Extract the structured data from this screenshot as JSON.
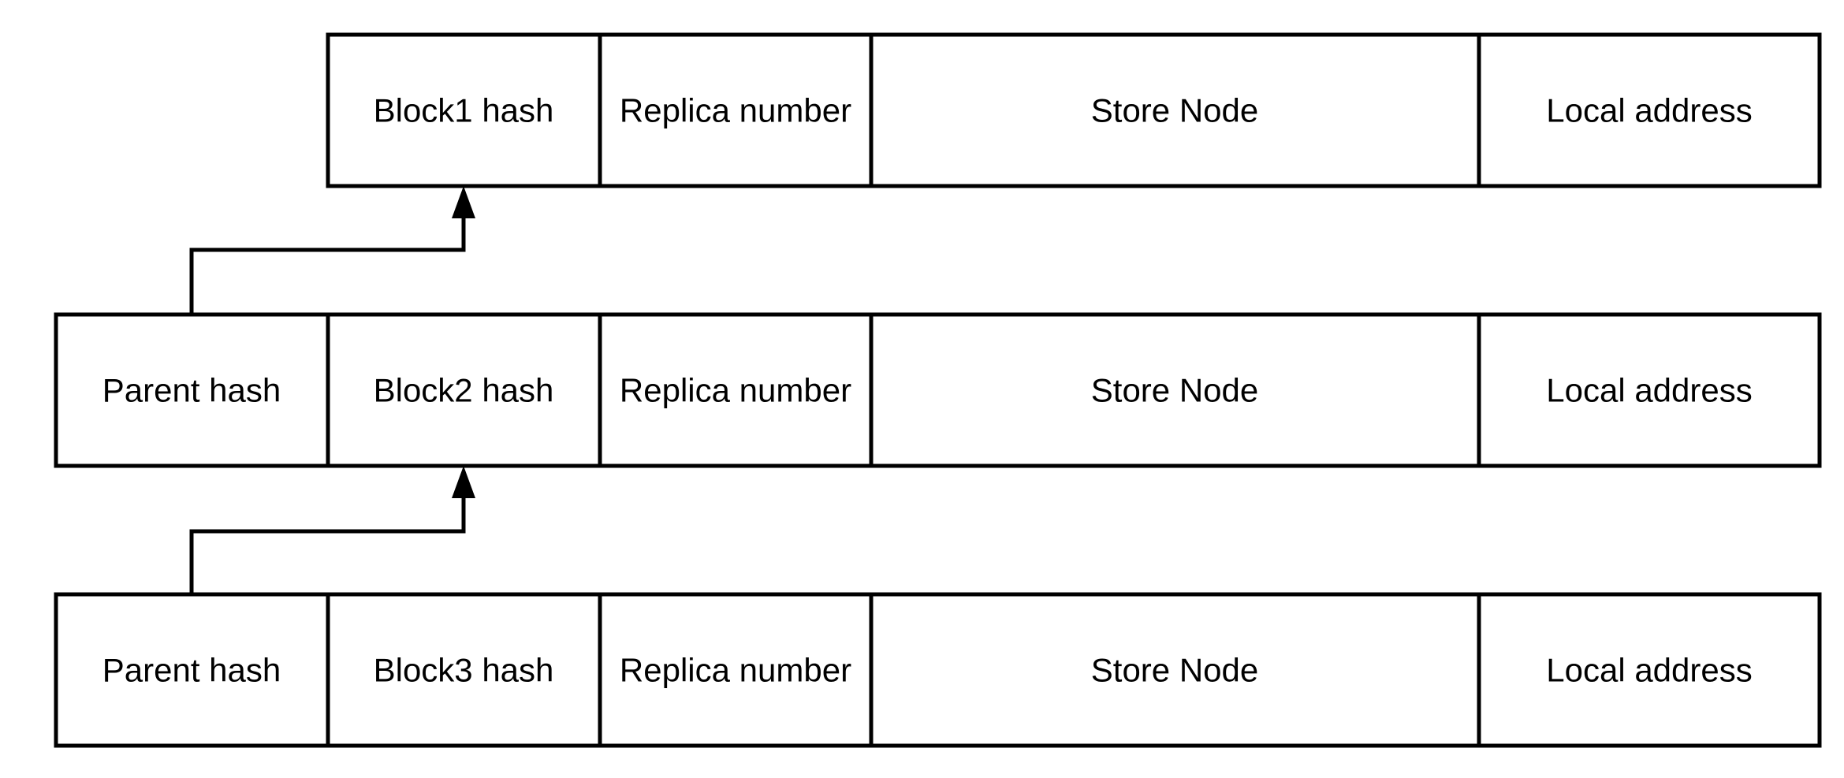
{
  "rows": [
    {
      "id": "block1",
      "cells": [
        {
          "key": "block-hash",
          "label": "Block1 hash"
        },
        {
          "key": "replica-number",
          "label": "Replica number"
        },
        {
          "key": "store-node",
          "label": "Store Node"
        },
        {
          "key": "local-address",
          "label": "Local address"
        }
      ]
    },
    {
      "id": "block2",
      "cells": [
        {
          "key": "parent-hash",
          "label": "Parent hash"
        },
        {
          "key": "block-hash",
          "label": "Block2 hash"
        },
        {
          "key": "replica-number",
          "label": "Replica number"
        },
        {
          "key": "store-node",
          "label": "Store Node"
        },
        {
          "key": "local-address",
          "label": "Local address"
        }
      ]
    },
    {
      "id": "block3",
      "cells": [
        {
          "key": "parent-hash",
          "label": "Parent hash"
        },
        {
          "key": "block-hash",
          "label": "Block3 hash"
        },
        {
          "key": "replica-number",
          "label": "Replica number"
        },
        {
          "key": "store-node",
          "label": "Store Node"
        },
        {
          "key": "local-address",
          "label": "Local address"
        }
      ]
    }
  ],
  "links": [
    {
      "from": "block2.parent-hash",
      "to": "block1.block-hash"
    },
    {
      "from": "block3.parent-hash",
      "to": "block2.block-hash"
    }
  ],
  "colors": {
    "stroke": "#000000",
    "fill": "#ffffff",
    "text": "#000000"
  }
}
